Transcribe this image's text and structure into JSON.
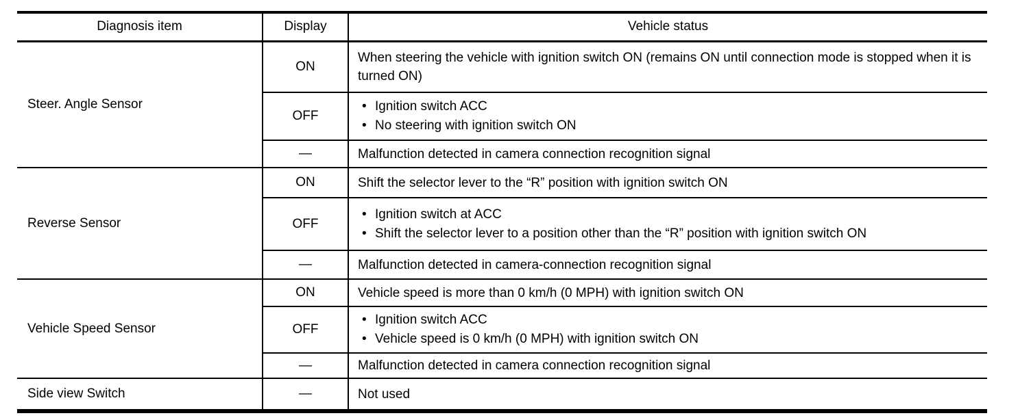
{
  "colors": {
    "text": "#000000",
    "background": "#ffffff",
    "border": "#000000"
  },
  "table": {
    "headers": [
      "Diagnosis item",
      "Display",
      "Vehicle status"
    ],
    "groups": [
      {
        "item": "Steer. Angle Sensor",
        "rows": [
          {
            "display": "ON",
            "text": "When steering the vehicle with ignition switch ON (remains ON until connection mode is stopped when it is turned ON)"
          },
          {
            "display": "OFF",
            "bullets": [
              "Ignition switch ACC",
              "No steering with ignition switch ON"
            ]
          },
          {
            "display": "—",
            "text": "Malfunction detected in camera connection recognition signal"
          }
        ]
      },
      {
        "item": "Reverse Sensor",
        "rows": [
          {
            "display": "ON",
            "text": "Shift the selector lever to the “R” position with ignition switch ON"
          },
          {
            "display": "OFF",
            "bullets": [
              "Ignition switch at ACC",
              "Shift the selector lever to a position other than the “R” position with ignition switch ON"
            ]
          },
          {
            "display": "—",
            "text": "Malfunction detected in camera-connection recognition signal"
          }
        ]
      },
      {
        "item": "Vehicle Speed Sensor",
        "rows": [
          {
            "display": "ON",
            "text": "Vehicle speed is more than 0 km/h (0 MPH) with ignition switch ON"
          },
          {
            "display": "OFF",
            "bullets": [
              "Ignition switch ACC",
              "Vehicle speed is 0 km/h (0 MPH) with ignition switch ON"
            ]
          },
          {
            "display": "—",
            "text": "Malfunction detected in camera connection recognition signal"
          }
        ]
      },
      {
        "item": "Side view Switch",
        "rows": [
          {
            "display": "—",
            "text": "Not used"
          }
        ]
      }
    ]
  }
}
